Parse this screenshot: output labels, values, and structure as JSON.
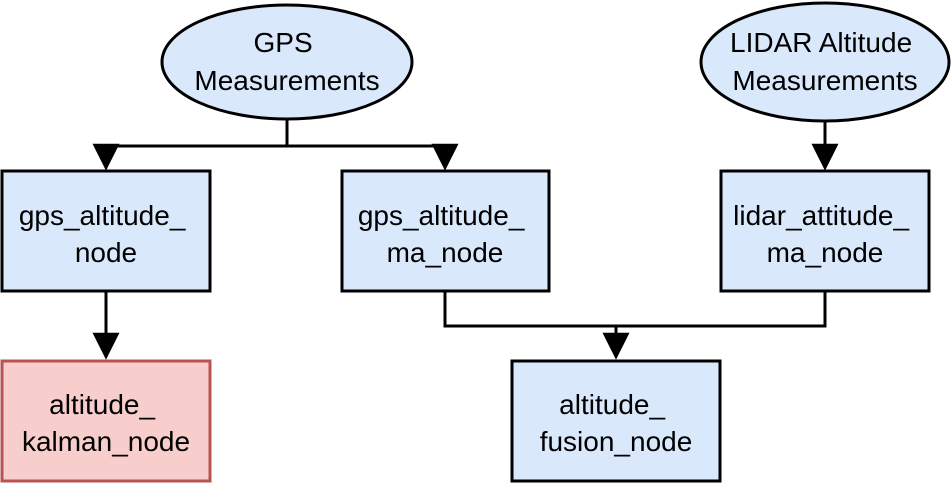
{
  "colors": {
    "node_fill": "#dae8fc",
    "node_stroke": "#000000",
    "alert_fill": "#f8cecc",
    "alert_stroke": "#b85450",
    "edge": "#000000"
  },
  "nodes": {
    "gps_measurements": {
      "shape": "ellipse",
      "lines": [
        "GPS",
        "Measurements"
      ]
    },
    "lidar_measurements": {
      "shape": "ellipse",
      "lines": [
        "LIDAR Altitude",
        "Measurements"
      ]
    },
    "gps_altitude_node": {
      "shape": "box",
      "lines": [
        "gps_altitude_",
        "node"
      ]
    },
    "gps_altitude_ma_node": {
      "shape": "box",
      "lines": [
        "gps_altitude_",
        "ma_node"
      ]
    },
    "lidar_attitude_ma_node": {
      "shape": "box",
      "lines": [
        "lidar_attitude_",
        "ma_node"
      ]
    },
    "altitude_kalman_node": {
      "shape": "box",
      "lines": [
        "altitude_",
        "kalman_node"
      ]
    },
    "altitude_fusion_node": {
      "shape": "box",
      "lines": [
        "altitude_",
        "fusion_node"
      ]
    }
  },
  "edges": [
    {
      "from": "gps_measurements",
      "to": "gps_altitude_node"
    },
    {
      "from": "gps_measurements",
      "to": "gps_altitude_ma_node"
    },
    {
      "from": "lidar_measurements",
      "to": "lidar_attitude_ma_node"
    },
    {
      "from": "gps_altitude_node",
      "to": "altitude_kalman_node"
    },
    {
      "from": "gps_altitude_ma_node",
      "to": "altitude_fusion_node"
    },
    {
      "from": "lidar_attitude_ma_node",
      "to": "altitude_fusion_node"
    }
  ]
}
